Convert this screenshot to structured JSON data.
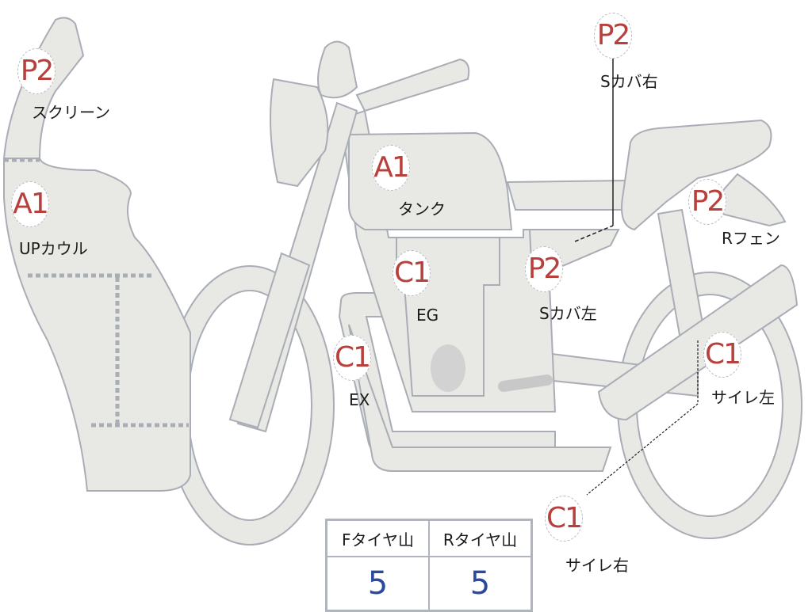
{
  "colors": {
    "part_fill": "#e8e8e4",
    "outline": "#a9adb5",
    "grade": "#b8403c",
    "value": "#2a4aa0"
  },
  "parts": [
    {
      "grade": "P2",
      "name": "スクリーン"
    },
    {
      "grade": "A1",
      "name": "UPカウル"
    },
    {
      "grade": "A1",
      "name": "タンク"
    },
    {
      "grade": "C1",
      "name": "EG"
    },
    {
      "grade": "P2",
      "name": "Sカバ左"
    },
    {
      "grade": "C1",
      "name": "EX"
    },
    {
      "grade": "P2",
      "name": "Sカバ右"
    },
    {
      "grade": "P2",
      "name": "Rフェン"
    },
    {
      "grade": "C1",
      "name": "サイレ左"
    },
    {
      "grade": "C1",
      "name": "サイレ右"
    }
  ],
  "tread": {
    "front_label": "Fタイヤ山",
    "rear_label": "Rタイヤ山",
    "front_value": "5",
    "rear_value": "5"
  }
}
